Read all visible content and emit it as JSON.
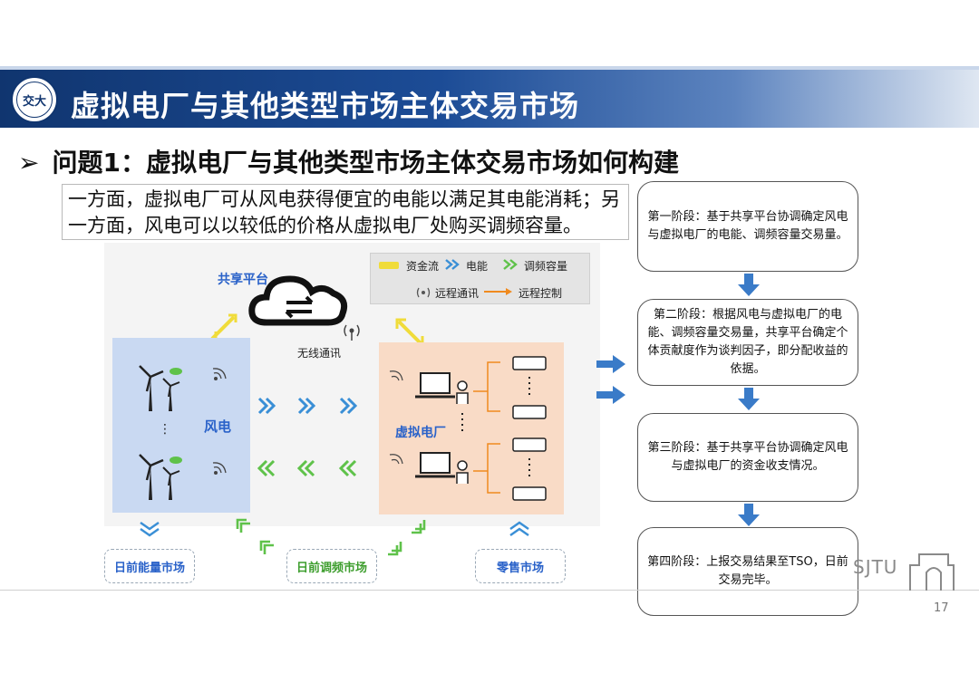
{
  "header": {
    "title": "虚拟电厂与其他类型市场主体交易市场",
    "logo_text": "交大"
  },
  "question": {
    "arrow": "➢",
    "text": "问题1：虚拟电厂与其他类型市场主体交易市场如何构建"
  },
  "description": "一方面，虚拟电厂可从风电获得便宜的电能以满足其电能消耗；另一方面，风电可以以较低的价格从虚拟电厂处购买调频容量。",
  "diagram": {
    "share_platform": "共享平台",
    "wireless": "无线通讯",
    "wind": "风电",
    "vpp": "虚拟电厂",
    "legend": {
      "capital_flow": "资金流",
      "energy": "电能",
      "freq_capacity": "调频容量",
      "remote_comm": "远程通讯",
      "remote_control": "远程控制"
    },
    "markets": {
      "day_ahead_energy": "日前能量市场",
      "day_ahead_freq": "日前调频市场",
      "retail": "零售市场"
    },
    "colors": {
      "energy_arrow": "#3a8fd6",
      "freq_arrow": "#5fc24a",
      "capital_flow": "#f0dc3a",
      "remote_control": "#f08a1e"
    }
  },
  "flow": {
    "stage1": "第一阶段：基于共享平台协调确定风电与虚拟电厂的电能、调频容量交易量。",
    "stage2": "第二阶段：根据风电与虚拟电厂的电能、调频容量交易量，共享平台确定个体贡献度作为谈判因子，即分配收益的依据。",
    "stage3": "第三阶段：基于共享平台协调确定风电与虚拟电厂的资金收支情况。",
    "stage4": "第四阶段：上报交易结果至TSO，日前交易完毕。"
  },
  "footer": {
    "brand": "SJTU",
    "page": "17"
  }
}
